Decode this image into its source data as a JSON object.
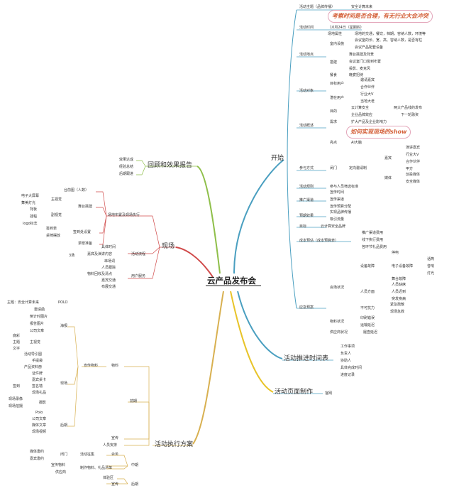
{
  "center": "云产品发布会",
  "branches": {
    "start": {
      "hub": "开始",
      "theme_label": "活动主题（品牌传播）",
      "theme_value": "安全计算未来",
      "callout_top": "考察时间是否合理，有无行业大会冲突",
      "time_label": "活动时间",
      "time_value": "10月24日（星期四）",
      "venue": {
        "label": "活动地点",
        "site_label": "场地属性",
        "site_value": "场地的交通，餐饮，档期，容纳人数，环境等",
        "indoor_label": "室内设施",
        "indoor_items": [
          "会议室的长、宽、高、容纳人数，是否有柱",
          "会议产品配套设备"
        ],
        "layout_label": "搭建",
        "layout_items": [
          "舞台搭建及背景",
          "会议室门口签到布置",
          "投影、麦克风"
        ],
        "catering_label": "餐食",
        "catering_value": "晚宴招待"
      },
      "audience": {
        "label": "活动对象",
        "target_label": "目标用户",
        "target_items": [
          "邀请嘉宾",
          "合作伙伴"
        ],
        "potential_label": "潜在用户",
        "potential_items": [
          "行业大V",
          "当地大老"
        ]
      },
      "overview": {
        "label": "活动概述",
        "goal_label": "目的",
        "goal_items": [
          "云计算安全",
          "企业品牌效应"
        ],
        "goal_sub1": "两大产品线的发布",
        "goal_sub2": "下一轮融资",
        "need_label": "需求",
        "need_value": "扩大产品及企业影响力",
        "callout_show": "如何实现现场的show",
        "highlight_label": "亮点",
        "highlight_value": "AI大脑"
      },
      "participants": {
        "label": "参与方式",
        "mode": "闭门",
        "invite": "定向邀请制",
        "guest_label": "嘉宾",
        "guest_items": [
          "演讲嘉宾",
          "行业大V",
          "合作伙伴",
          "甲方"
        ],
        "media_label": "媒体",
        "media_items": [
          "创投媒体",
          "安全媒体"
        ]
      },
      "rules": {
        "label": "活动规则",
        "value": "参与人员筛选标准"
      },
      "promo": {
        "label": "推广渠道",
        "items": [
          "宣传时间",
          "宣传渠道",
          "宣传预算分配"
        ]
      },
      "effect": {
        "label": "预期效果",
        "items": [
          "实现品牌传播",
          "吸引流量"
        ]
      },
      "target": {
        "label": "目标",
        "value": "云计算安全品牌"
      },
      "cost": {
        "label": "成本预估（成本预算表）",
        "items": [
          "推广渠道费用",
          "线下执行费用",
          "各环节礼品费用"
        ]
      },
      "contingency": {
        "label": "应急预案",
        "site_label": "会场状况",
        "equip_label": "设备故障",
        "equip_items": [
          "停电",
          "电子设备故障",
          "舞台故障"
        ],
        "equip_sub": [
          "话筒",
          "音响",
          "灯光"
        ],
        "staff_label": "人员方面",
        "staff_items": [
          "人员缺席",
          "人员迟到",
          "突发疾病"
        ],
        "force_label": "不可抗力",
        "force_items": [
          "紧急疏散",
          "现场急救"
        ],
        "material_label": "物料状况",
        "material_items": [
          "印刷错误",
          "运输延迟"
        ],
        "supplier_label": "供应商状况",
        "supplier_value": "履查延迟"
      }
    },
    "review": {
      "hub": "回顾和效果报告",
      "items": [
        "效果达成",
        "经验总结",
        "后期跟进"
      ]
    },
    "onsite": {
      "hub": "现场",
      "layout_label": "场地布置及现场执行",
      "backdrop": "台前图（人数）",
      "stage": "舞台搭建",
      "main_visual": "主视觉",
      "main_visual_items": [
        "电子大屏幕",
        "舞美灯光"
      ],
      "sub_visual": "副视觉",
      "sub_visual_items": [
        "背板",
        "挂幅",
        "logo标志"
      ],
      "checkin": "签到处设置",
      "checkin_items": [
        "签到表",
        "桌椅摆放"
      ],
      "tea": "茶歇准备",
      "flow_label": "活动流程",
      "flow_items": [
        "具体时间",
        "嘉宾及演讲内容",
        "串场词"
      ],
      "flow_note": "3场",
      "users_label": "用户服务",
      "user_items": [
        "人员跟踪",
        "物料回收及清点",
        "嘉宾交通",
        "布展交通"
      ]
    },
    "timeline": {
      "hub": "活动推进时间表",
      "items": [
        "工作事项",
        "负责人",
        "协助人",
        "具体完成时间",
        "进度记录"
      ]
    },
    "page": {
      "hub": "活动页面制作",
      "value": "官网"
    },
    "execution": {
      "hub": "活动执行方案",
      "pre_label": "前期",
      "promo_material": "宣传物料",
      "material": "物料",
      "posters_label": "海报",
      "posters": [
        "邀请函",
        "倒计时图片",
        "报告图片",
        "公司文章"
      ],
      "theme_kv": "主题：安全计算未来",
      "theme_kv_val": "POLO",
      "main_visual": "主视觉",
      "mv_items": [
        "底彩",
        "主题",
        "文字"
      ],
      "onsite_label": "现场",
      "onsite_items": [
        "活动导引图",
        "手提袋",
        "产品资料册",
        "证件牌",
        "嘉宾桌卡",
        "签名墙",
        "现场礼品"
      ],
      "sign_label": "签到",
      "photo_label": "摄影",
      "photo_items": [
        "现场录像",
        "现场拍摄"
      ],
      "later_label": "后期",
      "later_items": [
        "Polo",
        "公司文章",
        "媒体文章",
        "现场视频"
      ],
      "promo": "宣传",
      "staff": "人员安排",
      "mid_label": "中期",
      "mid_items": [
        "会务",
        "制作物料、礼品清单"
      ],
      "mid_sub": [
        "闭门",
        "活动征集",
        "媒体邀约",
        "嘉宾邀约",
        "宣传物料",
        "供应商"
      ],
      "exp": "体验区",
      "post_label": "后期",
      "post_value": "宣传"
    }
  },
  "colors": {
    "start": "#4a9fc0",
    "review": "#8fbf4a",
    "onsite": "#d04a4a",
    "timeline": "#4aa0c0",
    "page": "#e8c42a",
    "execution": "#d8b050",
    "center_trunk": "#5a8fb0"
  }
}
